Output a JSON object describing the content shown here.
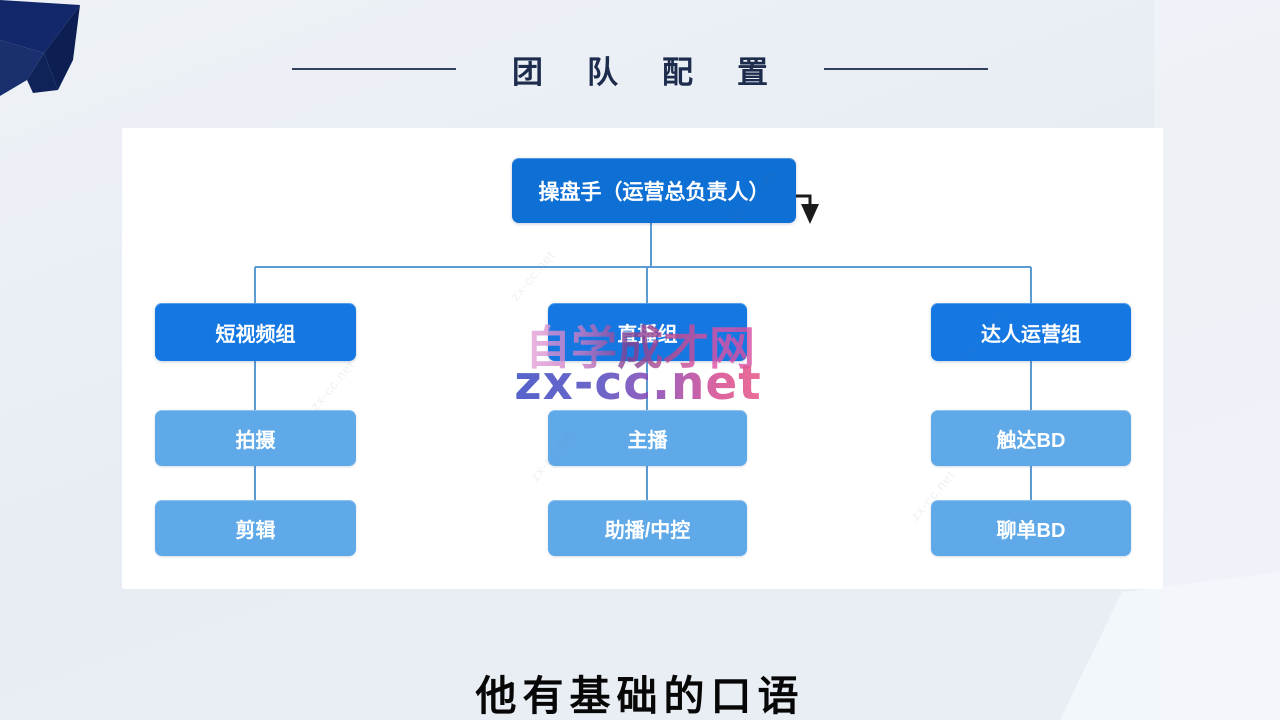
{
  "slide": {
    "title": "团队配置",
    "subtitle": "他有基础的口语"
  },
  "org_chart": {
    "root": {
      "label": "操盘手（运营总负责人）"
    },
    "groups": [
      {
        "label": "短视频组",
        "children": [
          "拍摄",
          "剪辑"
        ]
      },
      {
        "label": "直播组",
        "children": [
          "主播",
          "助播/中控"
        ]
      },
      {
        "label": "达人运营组",
        "children": [
          "触达BD",
          "聊单BD"
        ]
      }
    ]
  },
  "watermark": {
    "site_name": "自学成才网",
    "site_url": "zx-cc.net"
  },
  "colors": {
    "background": "#e9eef5",
    "card": "#ffffff",
    "root_box": "#0e6fd4",
    "group_box": "#1578e2",
    "child_box": "#5fa9e9",
    "connector": "#5b9bd4",
    "title_text": "#1d2c4d",
    "subtitle_text": "#070707",
    "ribbon": "#13286a",
    "arrow": "#1b1b1b",
    "watermark_pink": "#d84f93",
    "watermark_blue": "#3f4fc4"
  }
}
